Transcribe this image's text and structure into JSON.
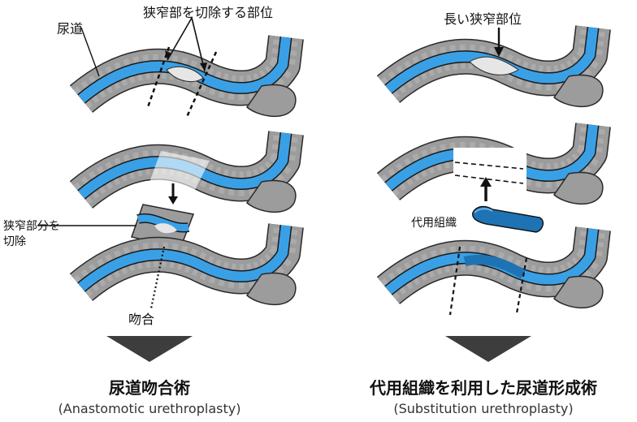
{
  "labels": {
    "urethra": "尿道",
    "excision_site": "狭窄部を切除する部位",
    "excise_stricture_line1": "狭窄部分を",
    "excise_stricture_line2": "切除",
    "anastomosis": "吻合",
    "long_stricture": "長い狭窄部位",
    "substitute_tissue": "代用組織"
  },
  "left": {
    "title": "尿道吻合術",
    "subtitle": "(Anastomotic urethroplasty)"
  },
  "right": {
    "title": "代用組織を利用した尿道形成術",
    "subtitle": "(Substitution urethroplasty)"
  },
  "colors": {
    "tissue": "#9c9c9c",
    "tissue_edge": "#2a2a2a",
    "urethra": "#3aa0e6",
    "urethra_light": "#a9d8f7",
    "stricture": "#e6e6e6",
    "graft": "#1e73b4",
    "arrow": "#3d3d3d"
  }
}
